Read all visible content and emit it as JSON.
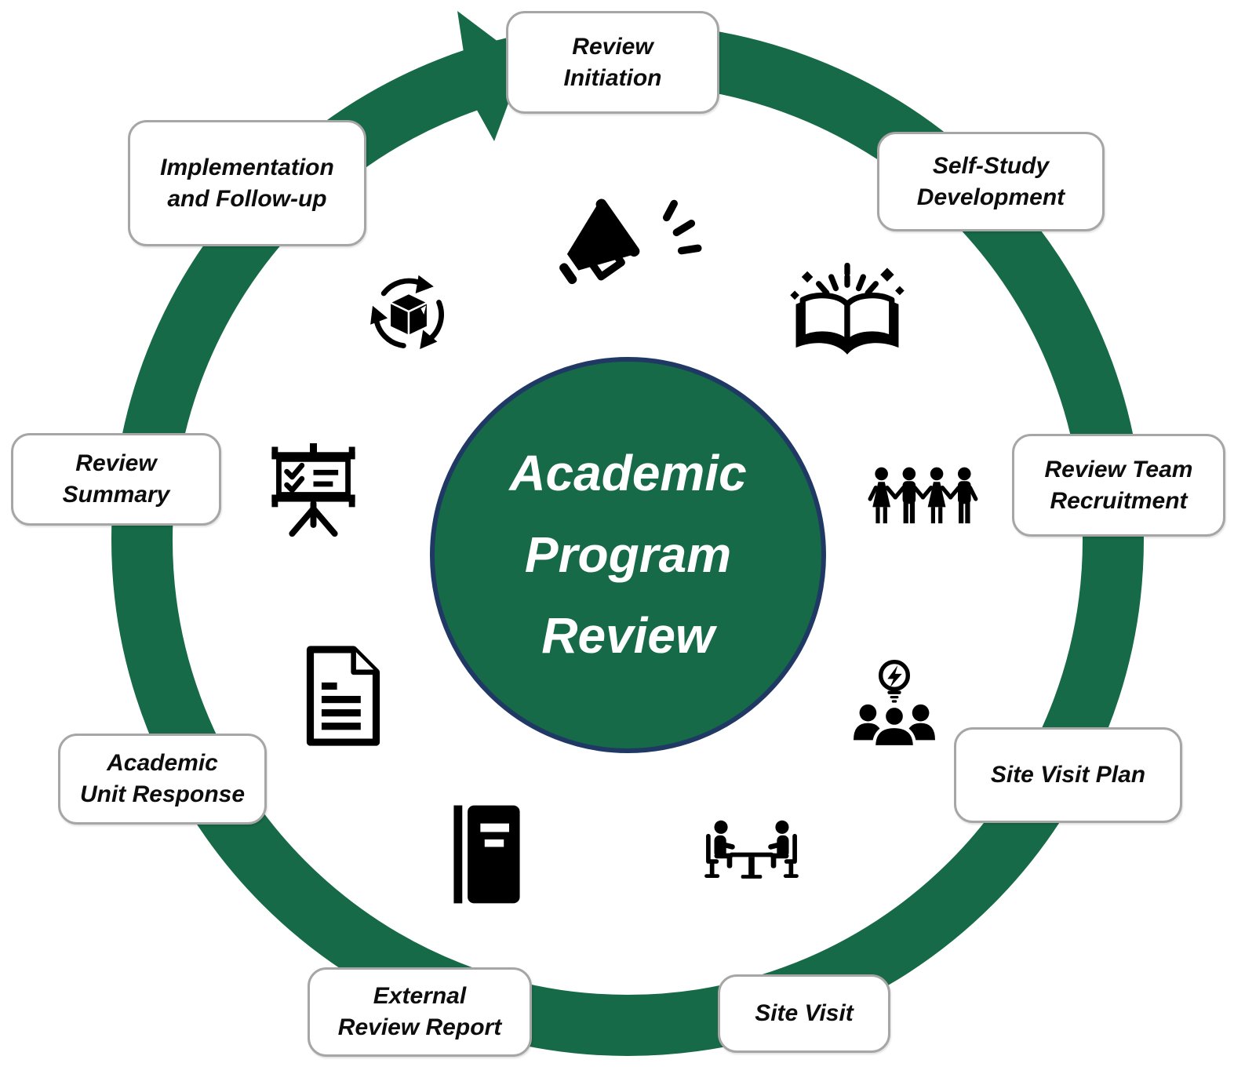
{
  "diagram": {
    "title": "Academic Program Review",
    "center": {
      "line1": "Academic",
      "line2": "Program",
      "line3": "Review"
    },
    "colors": {
      "ring_green": "#166A47",
      "center_green": "#166A47",
      "center_border_navy": "#1F3864",
      "box_border_gray": "#A6A6A6",
      "box_fill_white": "#FFFFFF",
      "label_text_black": "#0D0D0D",
      "center_text_white": "#FFFFFF",
      "icon_black": "#000000"
    },
    "stages": [
      {
        "name": "review-initiation",
        "line1": "Review",
        "line2": "Initiation",
        "icon": "megaphone-icon"
      },
      {
        "name": "self-study-development",
        "line1": "Self-Study",
        "line2": "Development",
        "icon": "open-book-sparkles-icon"
      },
      {
        "name": "review-team-recruitment",
        "line1": "Review Team",
        "line2": "Recruitment",
        "icon": "people-group-icon"
      },
      {
        "name": "site-visit-plan",
        "line1": "Site Visit Plan",
        "line2": "",
        "icon": "team-idea-lightbulb-icon"
      },
      {
        "name": "site-visit",
        "line1": "Site Visit",
        "line2": "",
        "icon": "meeting-table-icon"
      },
      {
        "name": "external-review-report",
        "line1": "External",
        "line2": "Review Report",
        "icon": "notebook-icon"
      },
      {
        "name": "academic-unit-response",
        "line1": "Academic",
        "line2": "Unit Response",
        "icon": "document-icon"
      },
      {
        "name": "review-summary",
        "line1": "Review",
        "line2": "Summary",
        "icon": "presentation-checklist-icon"
      },
      {
        "name": "implementation-follow-up",
        "line1": "Implementation",
        "line2": "and Follow-up",
        "icon": "package-cycle-icon"
      }
    ]
  }
}
